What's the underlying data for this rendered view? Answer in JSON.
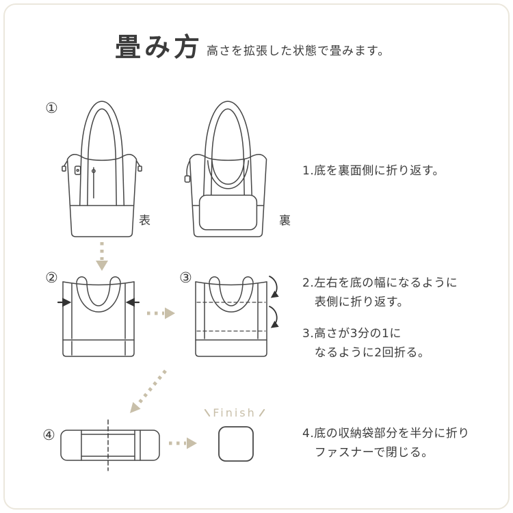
{
  "header": {
    "title": "畳み方",
    "subtitle": "高さを拡張した状態で畳みます。"
  },
  "steps": [
    {
      "number": "①",
      "front_label": "表",
      "back_label": "裏",
      "instruction": "1.底を裏面側に折り返す。"
    },
    {
      "number": "②",
      "instruction": "2.左右を底の幅になるように\n   表側に折り返す。"
    },
    {
      "number": "③",
      "instruction": "3.高さが3分の1に\n   なるように2回折る。"
    },
    {
      "number": "④",
      "instruction": "4.底の収納袋部分を半分に折り\n   ファスナーで閉じる。"
    }
  ],
  "finish": {
    "label": "Finish"
  },
  "icons": {
    "bag_front": "tote-bag-front-view",
    "bag_back": "tote-bag-back-view-with-storage-pouch",
    "step2_fold": "bag-with-sides-folded-inward",
    "step3_fold": "bag-with-fold-lines-in-thirds",
    "step4_flat": "flattened-bag-with-center-fold-line",
    "finish_square": "folded-square-result",
    "flow_arrows": "beige-dotted-flow-arrows"
  },
  "colors": {
    "accent_beige": "#c8bfa9",
    "line_gray": "#464646",
    "text": "#3b3b3b",
    "border": "#ebe7dc"
  }
}
